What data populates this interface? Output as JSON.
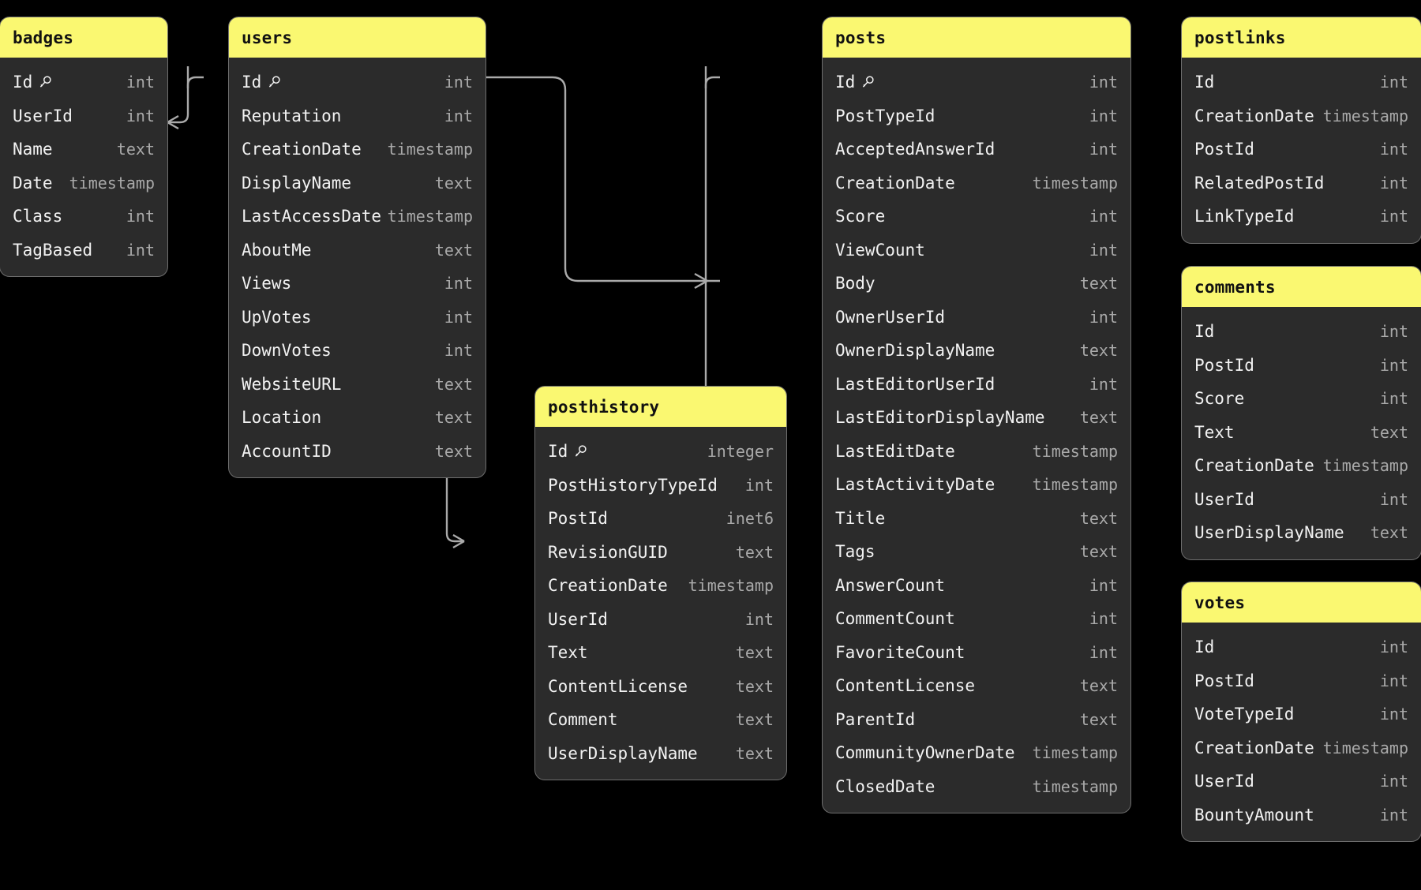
{
  "diagram": {
    "kind": "entity-relationship-diagram",
    "background_color": "#000000",
    "header_color": "#faf871",
    "body_color": "#2b2b2b",
    "text_color": "#f2f2f2",
    "type_color": "#a9a9a9",
    "connector_color": "#aaaaaa",
    "key_icon": "primary-key-icon"
  },
  "tables": [
    {
      "name": "badges",
      "columns": [
        {
          "name": "Id",
          "type": "int",
          "key": true
        },
        {
          "name": "UserId",
          "type": "int",
          "key": false
        },
        {
          "name": "Name",
          "type": "text",
          "key": false
        },
        {
          "name": "Date",
          "type": "timestamp",
          "key": false
        },
        {
          "name": "Class",
          "type": "int",
          "key": false
        },
        {
          "name": "TagBased",
          "type": "int",
          "key": false
        }
      ]
    },
    {
      "name": "users",
      "columns": [
        {
          "name": "Id",
          "type": "int",
          "key": true
        },
        {
          "name": "Reputation",
          "type": "int",
          "key": false
        },
        {
          "name": "CreationDate",
          "type": "timestamp",
          "key": false
        },
        {
          "name": "DisplayName",
          "type": "text",
          "key": false
        },
        {
          "name": "LastAccessDate",
          "type": "timestamp",
          "key": false
        },
        {
          "name": "AboutMe",
          "type": "text",
          "key": false
        },
        {
          "name": "Views",
          "type": "int",
          "key": false
        },
        {
          "name": "UpVotes",
          "type": "int",
          "key": false
        },
        {
          "name": "DownVotes",
          "type": "int",
          "key": false
        },
        {
          "name": "WebsiteURL",
          "type": "text",
          "key": false
        },
        {
          "name": "Location",
          "type": "text",
          "key": false
        },
        {
          "name": "AccountID",
          "type": "text",
          "key": false
        }
      ]
    },
    {
      "name": "posthistory",
      "columns": [
        {
          "name": "Id",
          "type": "integer",
          "key": true
        },
        {
          "name": "PostHistoryTypeId",
          "type": "int",
          "key": false
        },
        {
          "name": "PostId",
          "type": "inet6",
          "key": false
        },
        {
          "name": "RevisionGUID",
          "type": "text",
          "key": false
        },
        {
          "name": "CreationDate",
          "type": "timestamp",
          "key": false
        },
        {
          "name": "UserId",
          "type": "int",
          "key": false
        },
        {
          "name": "Text",
          "type": "text",
          "key": false
        },
        {
          "name": "ContentLicense",
          "type": "text",
          "key": false
        },
        {
          "name": "Comment",
          "type": "text",
          "key": false
        },
        {
          "name": "UserDisplayName",
          "type": "text",
          "key": false
        }
      ]
    },
    {
      "name": "posts",
      "columns": [
        {
          "name": "Id",
          "type": "int",
          "key": true
        },
        {
          "name": "PostTypeId",
          "type": "int",
          "key": false
        },
        {
          "name": "AcceptedAnswerId",
          "type": "int",
          "key": false
        },
        {
          "name": "CreationDate",
          "type": "timestamp",
          "key": false
        },
        {
          "name": "Score",
          "type": "int",
          "key": false
        },
        {
          "name": "ViewCount",
          "type": "int",
          "key": false
        },
        {
          "name": "Body",
          "type": "text",
          "key": false
        },
        {
          "name": "OwnerUserId",
          "type": "int",
          "key": false
        },
        {
          "name": "OwnerDisplayName",
          "type": "text",
          "key": false
        },
        {
          "name": "LastEditorUserId",
          "type": "int",
          "key": false
        },
        {
          "name": "LastEditorDisplayName",
          "type": "text",
          "key": false
        },
        {
          "name": "LastEditDate",
          "type": "timestamp",
          "key": false
        },
        {
          "name": "LastActivityDate",
          "type": "timestamp",
          "key": false
        },
        {
          "name": "Title",
          "type": "text",
          "key": false
        },
        {
          "name": "Tags",
          "type": "text",
          "key": false
        },
        {
          "name": "AnswerCount",
          "type": "int",
          "key": false
        },
        {
          "name": "CommentCount",
          "type": "int",
          "key": false
        },
        {
          "name": "FavoriteCount",
          "type": "int",
          "key": false
        },
        {
          "name": "ContentLicense",
          "type": "text",
          "key": false
        },
        {
          "name": "ParentId",
          "type": "text",
          "key": false
        },
        {
          "name": "CommunityOwnerDate",
          "type": "timestamp",
          "key": false
        },
        {
          "name": "ClosedDate",
          "type": "timestamp",
          "key": false
        }
      ]
    },
    {
      "name": "postlinks",
      "columns": [
        {
          "name": "Id",
          "type": "int",
          "key": false
        },
        {
          "name": "CreationDate",
          "type": "timestamp",
          "key": false
        },
        {
          "name": "PostId",
          "type": "int",
          "key": false
        },
        {
          "name": "RelatedPostId",
          "type": "int",
          "key": false
        },
        {
          "name": "LinkTypeId",
          "type": "int",
          "key": false
        }
      ]
    },
    {
      "name": "comments",
      "columns": [
        {
          "name": "Id",
          "type": "int",
          "key": false
        },
        {
          "name": "PostId",
          "type": "int",
          "key": false
        },
        {
          "name": "Score",
          "type": "int",
          "key": false
        },
        {
          "name": "Text",
          "type": "text",
          "key": false
        },
        {
          "name": "CreationDate",
          "type": "timestamp",
          "key": false
        },
        {
          "name": "UserId",
          "type": "int",
          "key": false
        },
        {
          "name": "UserDisplayName",
          "type": "text",
          "key": false
        }
      ]
    },
    {
      "name": "votes",
      "columns": [
        {
          "name": "Id",
          "type": "int",
          "key": false
        },
        {
          "name": "PostId",
          "type": "int",
          "key": false
        },
        {
          "name": "VoteTypeId",
          "type": "int",
          "key": false
        },
        {
          "name": "CreationDate",
          "type": "timestamp",
          "key": false
        },
        {
          "name": "UserId",
          "type": "int",
          "key": false
        },
        {
          "name": "BountyAmount",
          "type": "int",
          "key": false
        }
      ]
    }
  ],
  "relationships": [
    {
      "from_table": "badges",
      "from_column": "UserId",
      "to_table": "users",
      "to_column": "Id"
    },
    {
      "from_table": "posts",
      "from_column": "OwnerUserId",
      "to_table": "users",
      "to_column": "Id"
    },
    {
      "from_table": "posthistory",
      "from_column": "UserId",
      "to_table": "users",
      "to_column": "Id"
    },
    {
      "from_table": "posthistory",
      "from_column": "PostId",
      "to_table": "posts",
      "to_column": "Id"
    },
    {
      "from_table": "postlinks",
      "from_column": "PostId",
      "to_table": "posts",
      "to_column": "Id"
    },
    {
      "from_table": "postlinks",
      "from_column": "RelatedPostId",
      "to_table": "posts",
      "to_column": "Id"
    },
    {
      "from_table": "comments",
      "from_column": "PostId",
      "to_table": "posts",
      "to_column": "Id"
    },
    {
      "from_table": "votes",
      "from_column": "PostId",
      "to_table": "posts",
      "to_column": "Id"
    }
  ]
}
